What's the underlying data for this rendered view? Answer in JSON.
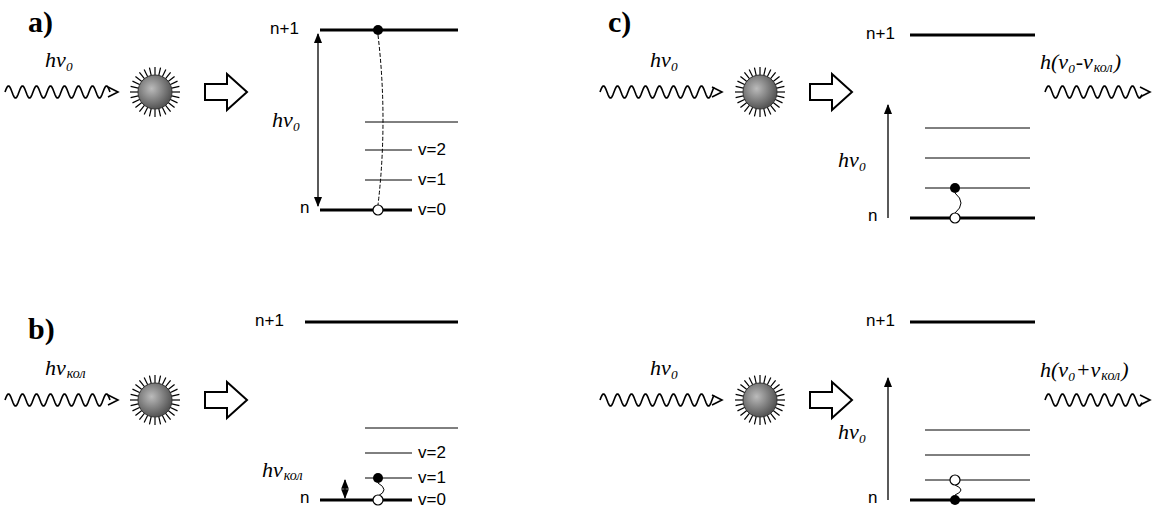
{
  "diagram": {
    "labels": [
      "a)",
      "hν₀",
      "n+1",
      "hν₀",
      "v=2",
      "v=1",
      "v=0",
      "n",
      "b)",
      "hν",
      "кол",
      "n+1",
      "v=2",
      "v=1",
      "hν",
      "кол",
      "n",
      "v=0",
      "c)",
      "hν₀",
      "n+1",
      "hν₀",
      "n",
      "h(ν₀-ν",
      "кол",
      ")",
      "hν₀",
      "n+1",
      "hν₀",
      "n",
      "h(ν₀+ν",
      "кол",
      ")"
    ]
  }
}
